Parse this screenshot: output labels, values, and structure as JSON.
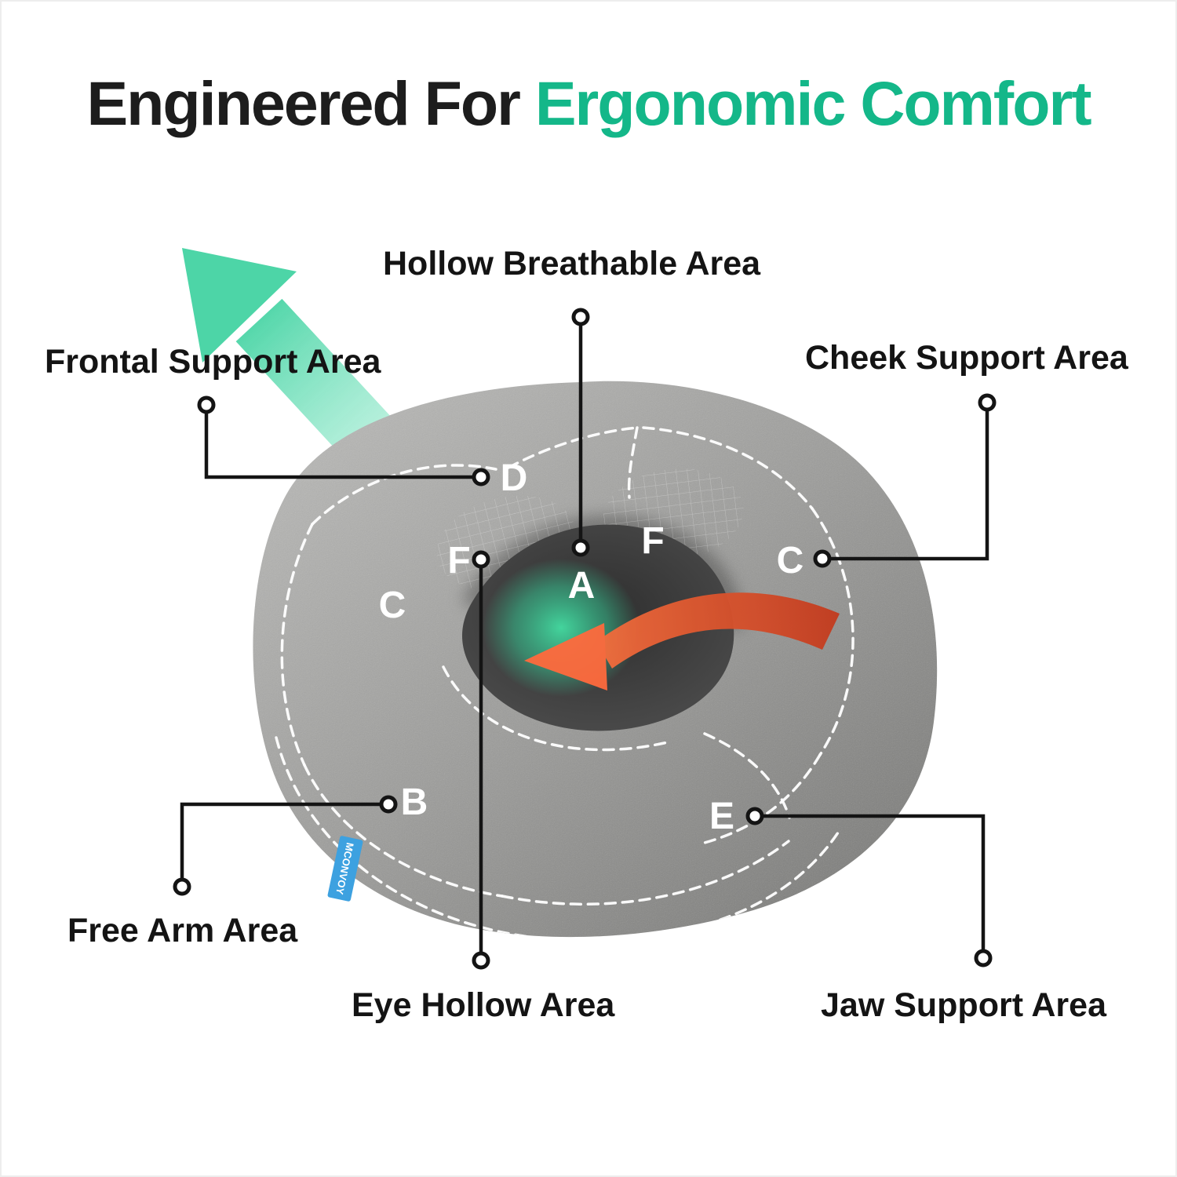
{
  "title": {
    "part1": "Engineered For",
    "part2": "Ergonomic Comfort"
  },
  "colors": {
    "accent_green": "#14b789",
    "ink": "#141414",
    "pillow_gray": "#9b9b99",
    "arrow_green": "#2ece98",
    "arrow_orange": "#e8502a",
    "tag_blue": "#3da1e0"
  },
  "callouts": {
    "hollow_breathable": {
      "label": "Hollow Breathable Area"
    },
    "frontal_support": {
      "label": "Frontal Support Area"
    },
    "cheek_support": {
      "label": "Cheek Support Area"
    },
    "free_arm": {
      "label": "Free Arm Area"
    },
    "eye_hollow": {
      "label": "Eye Hollow Area"
    },
    "jaw_support": {
      "label": "Jaw Support Area"
    }
  },
  "zones": {
    "a": "A",
    "b": "B",
    "c_left": "C",
    "c_right": "C",
    "d": "D",
    "e": "E",
    "f_left": "F",
    "f_right": "F"
  },
  "tag": {
    "brand": "MCONVOY"
  }
}
